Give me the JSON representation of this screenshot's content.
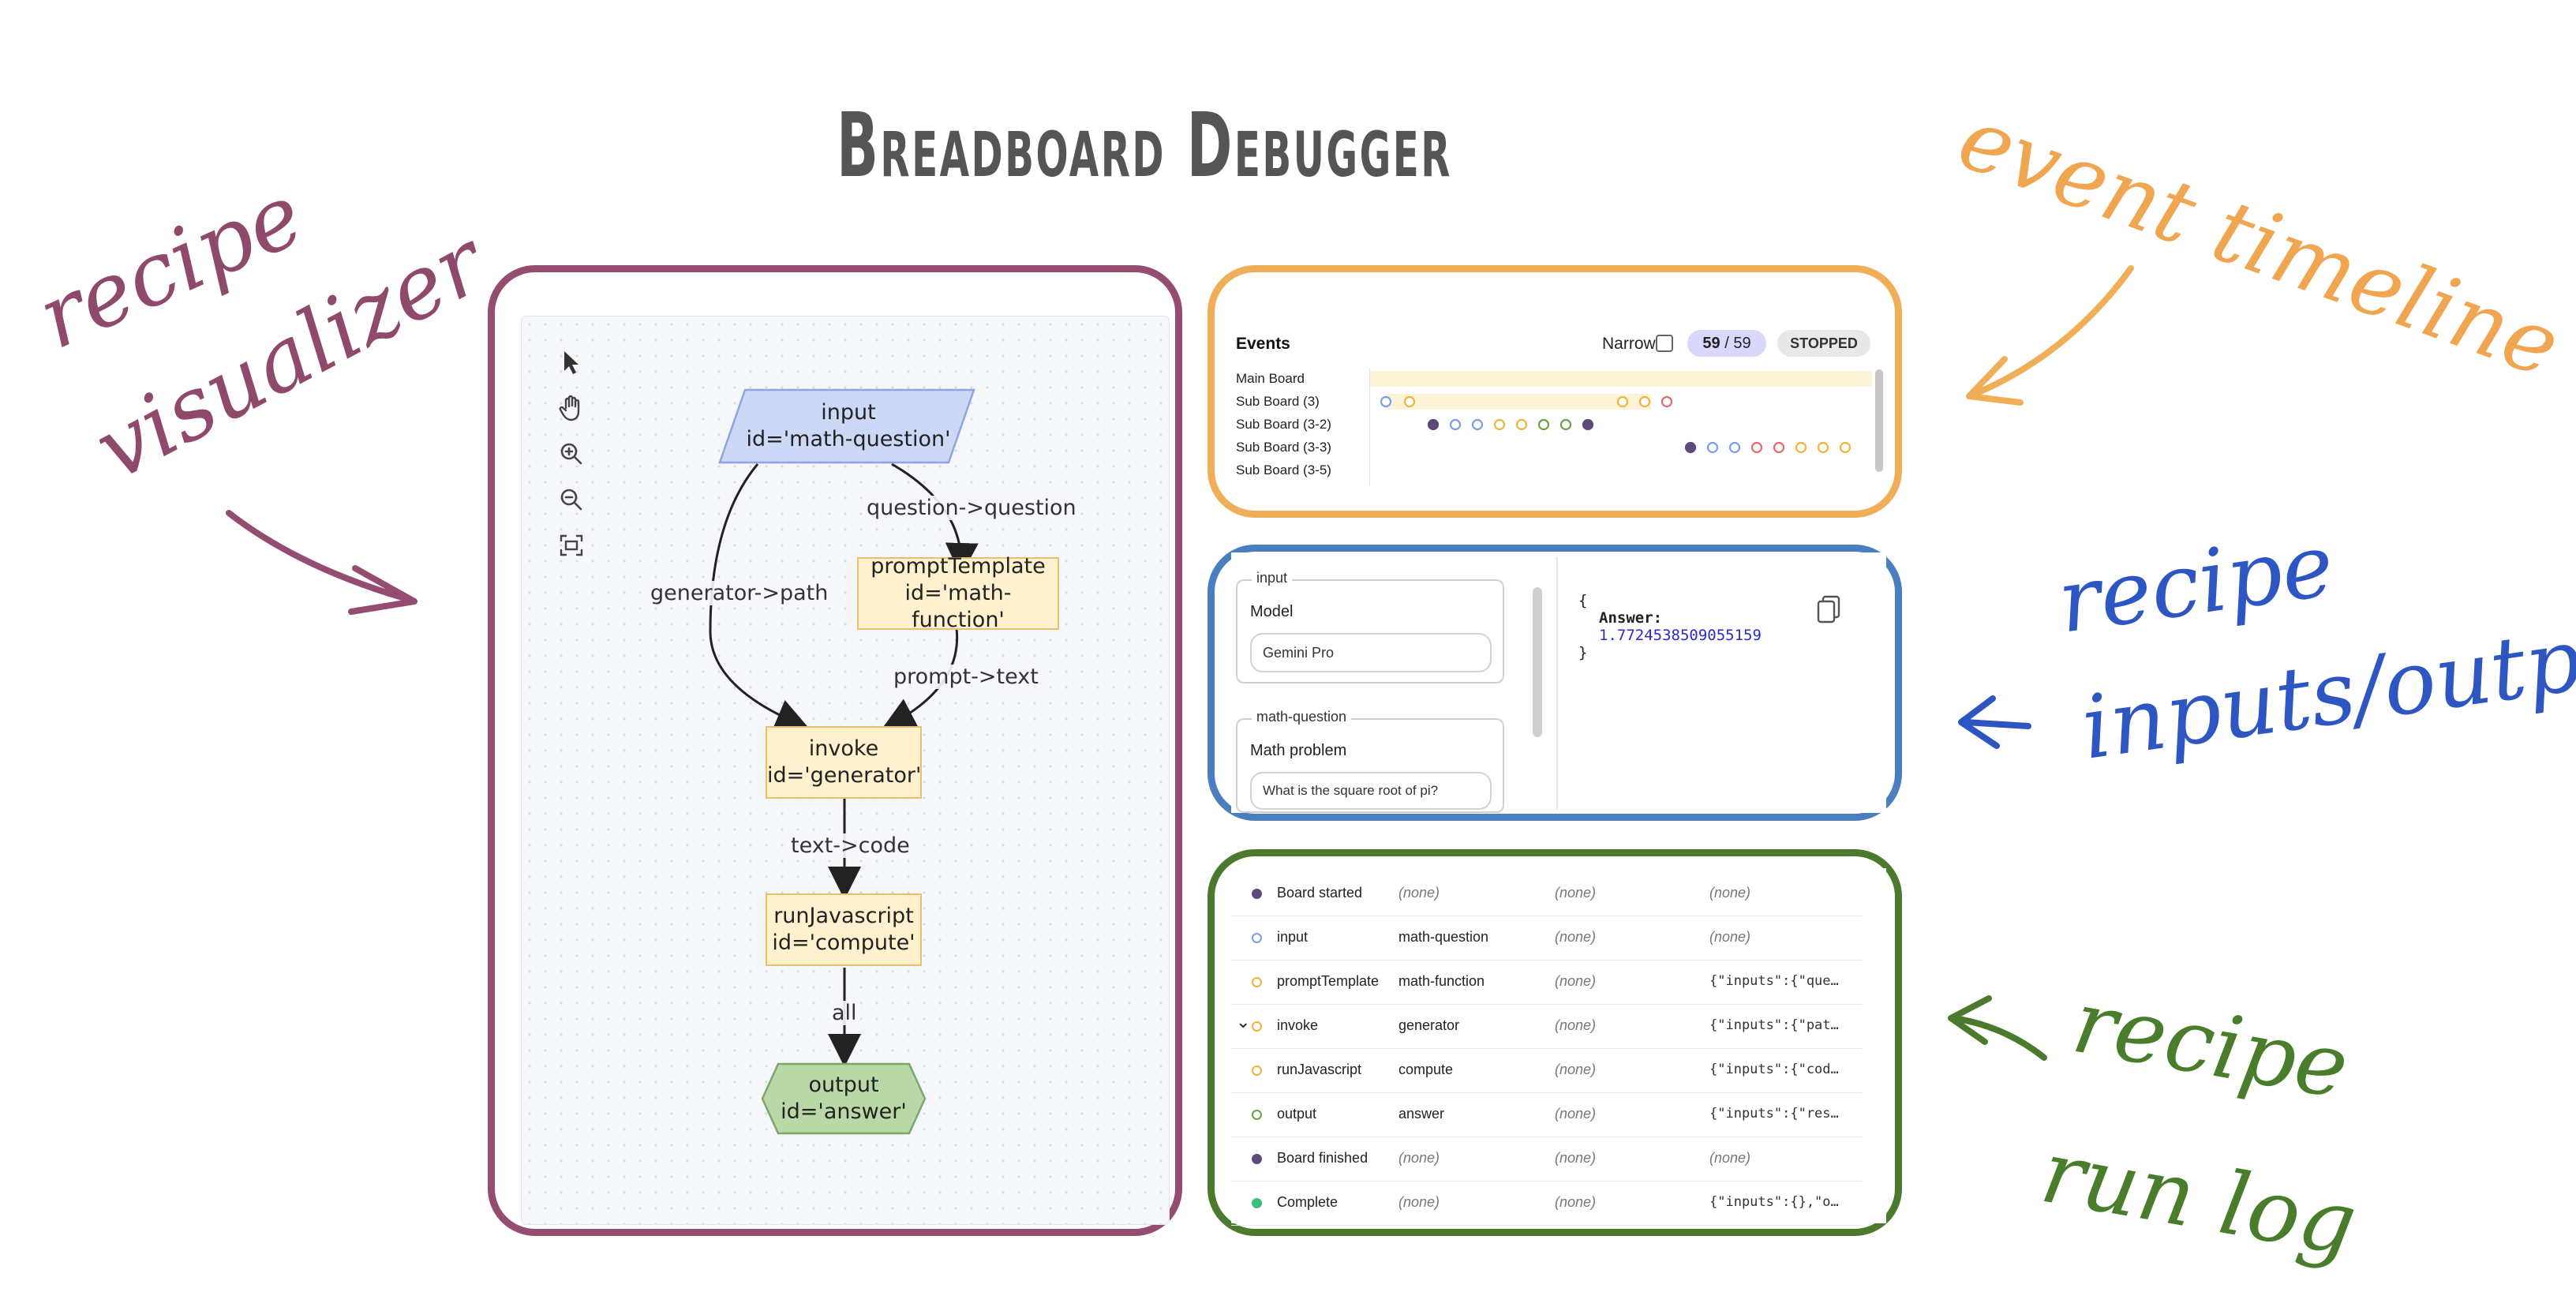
{
  "title": "Breadboard Debugger",
  "annotations": {
    "visualizer_line1": "recipe",
    "visualizer_line2": "visualizer",
    "event_timeline": "event timeline",
    "io_line1": "recipe",
    "io_line2": "inputs/outputs",
    "log_line1": "recipe",
    "log_line2": "run log"
  },
  "colors": {
    "visualizer": "#944c70",
    "timeline": "#f0ae56",
    "io": "#4a7ebf",
    "log": "#4b7a2e"
  },
  "toolbar": {
    "icons": [
      "pointer-icon",
      "hand-icon",
      "zoom-in-icon",
      "zoom-out-icon",
      "fit-view-icon"
    ]
  },
  "graph": {
    "nodes": [
      {
        "type": "input",
        "id": "id='math-question'",
        "color": "#cdd8f6"
      },
      {
        "type": "promptTemplate",
        "id": "id='math-function'",
        "color": "#fff1cd"
      },
      {
        "type": "invoke",
        "id": "id='generator'",
        "color": "#fff1cd"
      },
      {
        "type": "runJavascript",
        "id": "id='compute'",
        "color": "#fff1cd"
      },
      {
        "type": "output",
        "id": "id='answer'",
        "color": "#b8d8a8"
      }
    ],
    "edges": [
      "question->question",
      "generator->path",
      "prompt->text",
      "text->code",
      "all"
    ]
  },
  "events": {
    "title": "Events",
    "narrow_label": "Narrow",
    "count_current": "59",
    "count_total": "/ 59",
    "status": "STOPPED",
    "rows": [
      "Main Board",
      "Sub Board (3)",
      "Sub Board (3-2)",
      "Sub Board (3-3)",
      "Sub Board (3-5)"
    ]
  },
  "io": {
    "groups": [
      {
        "legend": "input",
        "label": "Model",
        "value": "Gemini Pro"
      },
      {
        "legend": "math-question",
        "label": "Math problem",
        "value": "What is the square root of pi?"
      }
    ],
    "output": {
      "open": "{",
      "key": "Answer:",
      "value": "1.7724538509055159",
      "close": "}"
    }
  },
  "log": {
    "rows": [
      {
        "type": "Board started",
        "id": "(none)",
        "c3": "(none)",
        "c4": "(none)",
        "dot": "#5d4a7a",
        "filled": true
      },
      {
        "type": "input",
        "id": "math-question",
        "c3": "(none)",
        "c4": "(none)",
        "dot": "#7b9de8",
        "filled": false
      },
      {
        "type": "promptTemplate",
        "id": "math-function",
        "c3": "(none)",
        "c4": "{\"inputs\":{\"que…",
        "dot": "#f0b43c",
        "filled": false
      },
      {
        "type": "invoke",
        "id": "generator",
        "c3": "(none)",
        "c4": "{\"inputs\":{\"pat…",
        "dot": "#f0b43c",
        "filled": false,
        "expand": "⌄"
      },
      {
        "type": "runJavascript",
        "id": "compute",
        "c3": "(none)",
        "c4": "{\"inputs\":{\"cod…",
        "dot": "#f0b43c",
        "filled": false
      },
      {
        "type": "output",
        "id": "answer",
        "c3": "(none)",
        "c4": "{\"inputs\":{\"res…",
        "dot": "#6f9f4a",
        "filled": false
      },
      {
        "type": "Board finished",
        "id": "(none)",
        "c3": "(none)",
        "c4": "(none)",
        "dot": "#5d4a7a",
        "filled": true
      },
      {
        "type": "Complete",
        "id": "(none)",
        "c3": "(none)",
        "c4": "{\"inputs\":{},\"o…",
        "dot": "#3bbf7a",
        "filled": true
      }
    ]
  }
}
